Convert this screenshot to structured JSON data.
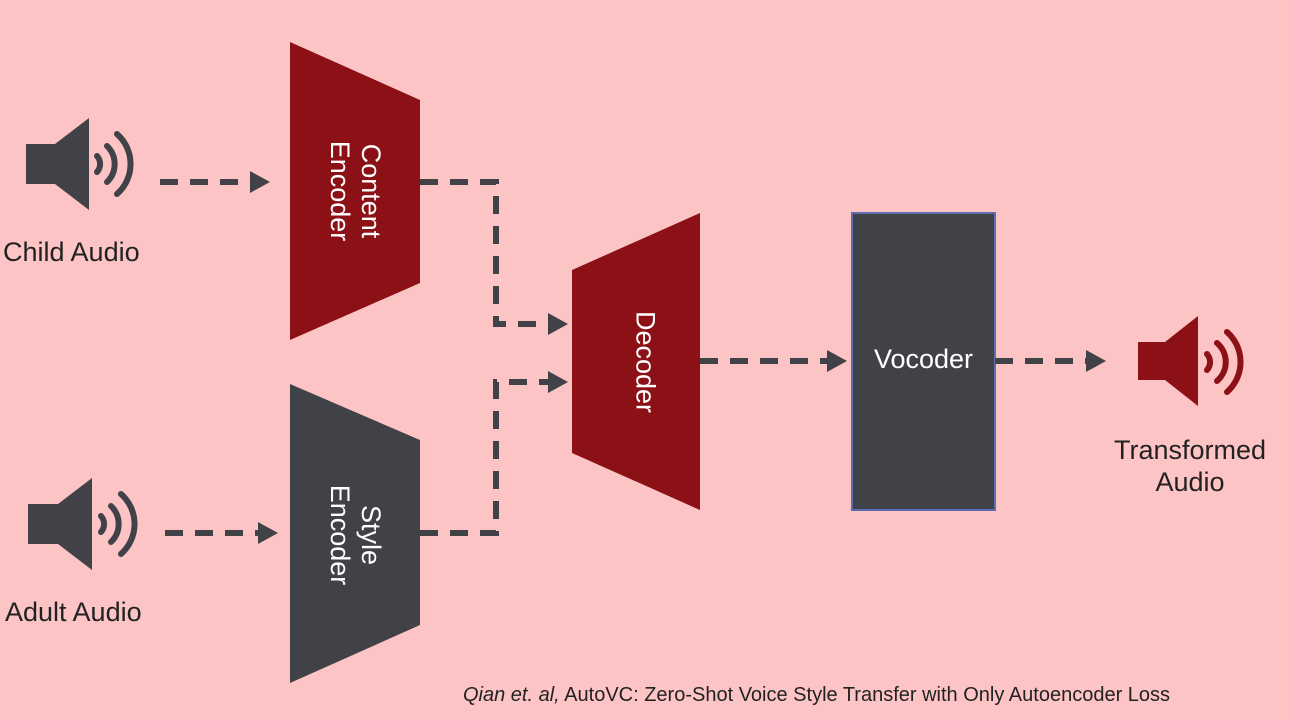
{
  "inputs": {
    "child_label": "Child Audio",
    "adult_label": "Adult Audio"
  },
  "encoders": {
    "content_line1": "Content",
    "content_line2": "Encoder",
    "style_line1": "Style",
    "style_line2": "Encoder"
  },
  "decoder_label": "Decoder",
  "vocoder_label": "Vocoder",
  "output": {
    "line1": "Transformed",
    "line2": "Audio"
  },
  "citation": {
    "authors": "Qian et. al,",
    "title": "AutoVC: Zero-Shot Voice Style Transfer with Only Autoencoder Loss"
  },
  "colors": {
    "background": "#fcc4c4",
    "dark_red": "#8b1117",
    "dark_gray": "#414247",
    "vocoder_border": "#5a6eb0",
    "arrow": "#414247"
  },
  "icons": {
    "input_speaker": "speaker-icon",
    "output_speaker": "speaker-icon"
  }
}
